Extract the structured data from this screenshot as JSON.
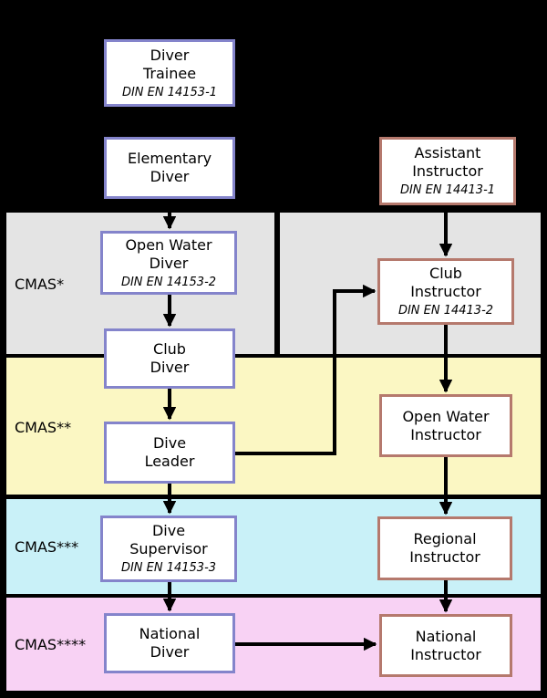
{
  "bands": {
    "cmas1": {
      "label": "CMAS*",
      "color": "#e4e4e4"
    },
    "cmas2": {
      "label": "CMAS**",
      "color": "#fbf7c3"
    },
    "cmas3": {
      "label": "CMAS***",
      "color": "#c9f1f8"
    },
    "cmas4": {
      "label": "CMAS****",
      "color": "#f8d2f4"
    }
  },
  "colors": {
    "background": "#000000",
    "diver_box_border": "#8484cb",
    "instructor_box_border": "#b5796d",
    "box_fill": "#ffffff",
    "arrow": "#000000"
  },
  "nodes": {
    "diver_trainee": {
      "line1": "Diver",
      "line2": "Trainee",
      "standard": "DIN EN 14153-1"
    },
    "elementary_diver": {
      "line1": "Elementary",
      "line2": "Diver"
    },
    "open_water_diver": {
      "line1": "Open Water",
      "line2": "Diver",
      "standard": "DIN EN 14153-2"
    },
    "club_diver": {
      "line1": "Club",
      "line2": "Diver"
    },
    "dive_leader": {
      "line1": "Dive",
      "line2": "Leader"
    },
    "dive_supervisor": {
      "line1": "Dive",
      "line2": "Supervisor",
      "standard": "DIN EN 14153-3"
    },
    "national_diver": {
      "line1": "National",
      "line2": "Diver"
    },
    "assistant_instructor": {
      "line1": "Assistant",
      "line2": "Instructor",
      "standard": "DIN EN 14413-1"
    },
    "club_instructor": {
      "line1": "Club",
      "line2": "Instructor",
      "standard": "DIN EN 14413-2"
    },
    "open_water_instructor": {
      "line1": "Open Water",
      "line2": "Instructor"
    },
    "regional_instructor": {
      "line1": "Regional",
      "line2": "Instructor"
    },
    "national_instructor": {
      "line1": "National",
      "line2": "Instructor"
    }
  }
}
